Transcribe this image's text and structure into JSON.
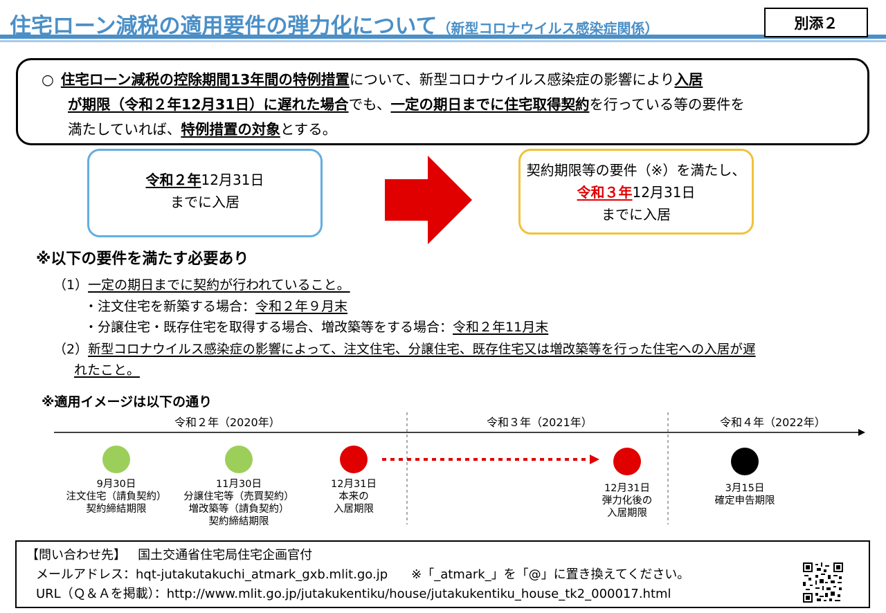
{
  "header": {
    "title_main": "住宅ローン減税の適用要件の弾力化について",
    "title_sub": "（新型コロナウイルス感染症関係）",
    "attachment": "別添２"
  },
  "summary": {
    "bullet": "○",
    "seg1": "住宅ローン減税の控除期間13年間の特例措置",
    "seg2": "について、新型コロナウイルス感染症の影響により",
    "seg3": "入居",
    "seg4": "が期限（令和２年12月31日）に遅れた場合",
    "seg5": "でも、",
    "seg6": "一定の期日までに住宅取得契約",
    "seg7": "を行っている等の要件を",
    "seg8": "満たしていれば、",
    "seg9": "特例措置の対象",
    "seg10": "とする。"
  },
  "before_box": {
    "era": "令和２年",
    "date": "12月31日",
    "line2": "までに入居"
  },
  "after_box": {
    "line1": "契約期限等の要件（※）を満たし、",
    "era": "令和３年",
    "date": "12月31日",
    "line3": "までに入居"
  },
  "requirements": {
    "heading": "※以下の要件を満たす必要あり",
    "r1_num": "（1）",
    "r1_text": "一定の期日までに契約が行われていること。",
    "r1a_text": "・注文住宅を新築する場合：",
    "r1a_deadline": "令和２年９月末",
    "r1b_text": "・分譲住宅・既存住宅を取得する場合、増改築等をする場合：",
    "r1b_deadline": "令和２年11月末",
    "r2_num": "（2）",
    "r2_text": "新型コロナウイルス感染症の影響によって、注文住宅、分譲住宅、既存住宅又は増改築等を行った住宅への入居が遅",
    "r2_text_cont": "れたこと。"
  },
  "timeline": {
    "heading": "※適用イメージは以下の通り",
    "years": [
      "令和２年（2020年）",
      "令和３年（2021年）",
      "令和４年（2022年）"
    ],
    "events": [
      {
        "lines": [
          "9月30日",
          "注文住宅（請負契約）",
          "契約締結期限"
        ],
        "color": "#9ccf5a"
      },
      {
        "lines": [
          "11月30日",
          "分譲住宅等（売買契約）",
          "増改築等（請負契約）",
          "契約締結期限"
        ],
        "color": "#9ccf5a"
      },
      {
        "lines": [
          "12月31日",
          "本来の",
          "入居期限"
        ],
        "color": "#e00000"
      },
      {
        "lines": [
          "12月31日",
          "弾力化後の",
          "入居期限"
        ],
        "color": "#e00000"
      },
      {
        "lines": [
          "3月15日",
          "確定申告期限"
        ],
        "color": "#000000"
      }
    ]
  },
  "contact": {
    "heading": "【問い合わせ先】",
    "office": "国土交通省住宅局住宅企画官付",
    "mail_label": "メールアドレス：",
    "mail": "hqt-jutakutakuchi_atmark_gxb.mlit.go.jp",
    "mail_note": "※「_atmark_」を「@」に置き換えてください。",
    "url_label": "URL（Ｑ＆Ａを掲載）：",
    "url": "http://www.mlit.go.jp/jutakukentiku/house/jutakukentiku_house_tk2_000017.html"
  },
  "colors": {
    "title_blue": "#4a8fc7",
    "before_border": "#62aee0",
    "after_border": "#f0c23a",
    "arrow_red": "#e00000",
    "green_dot": "#9ccf5a"
  }
}
